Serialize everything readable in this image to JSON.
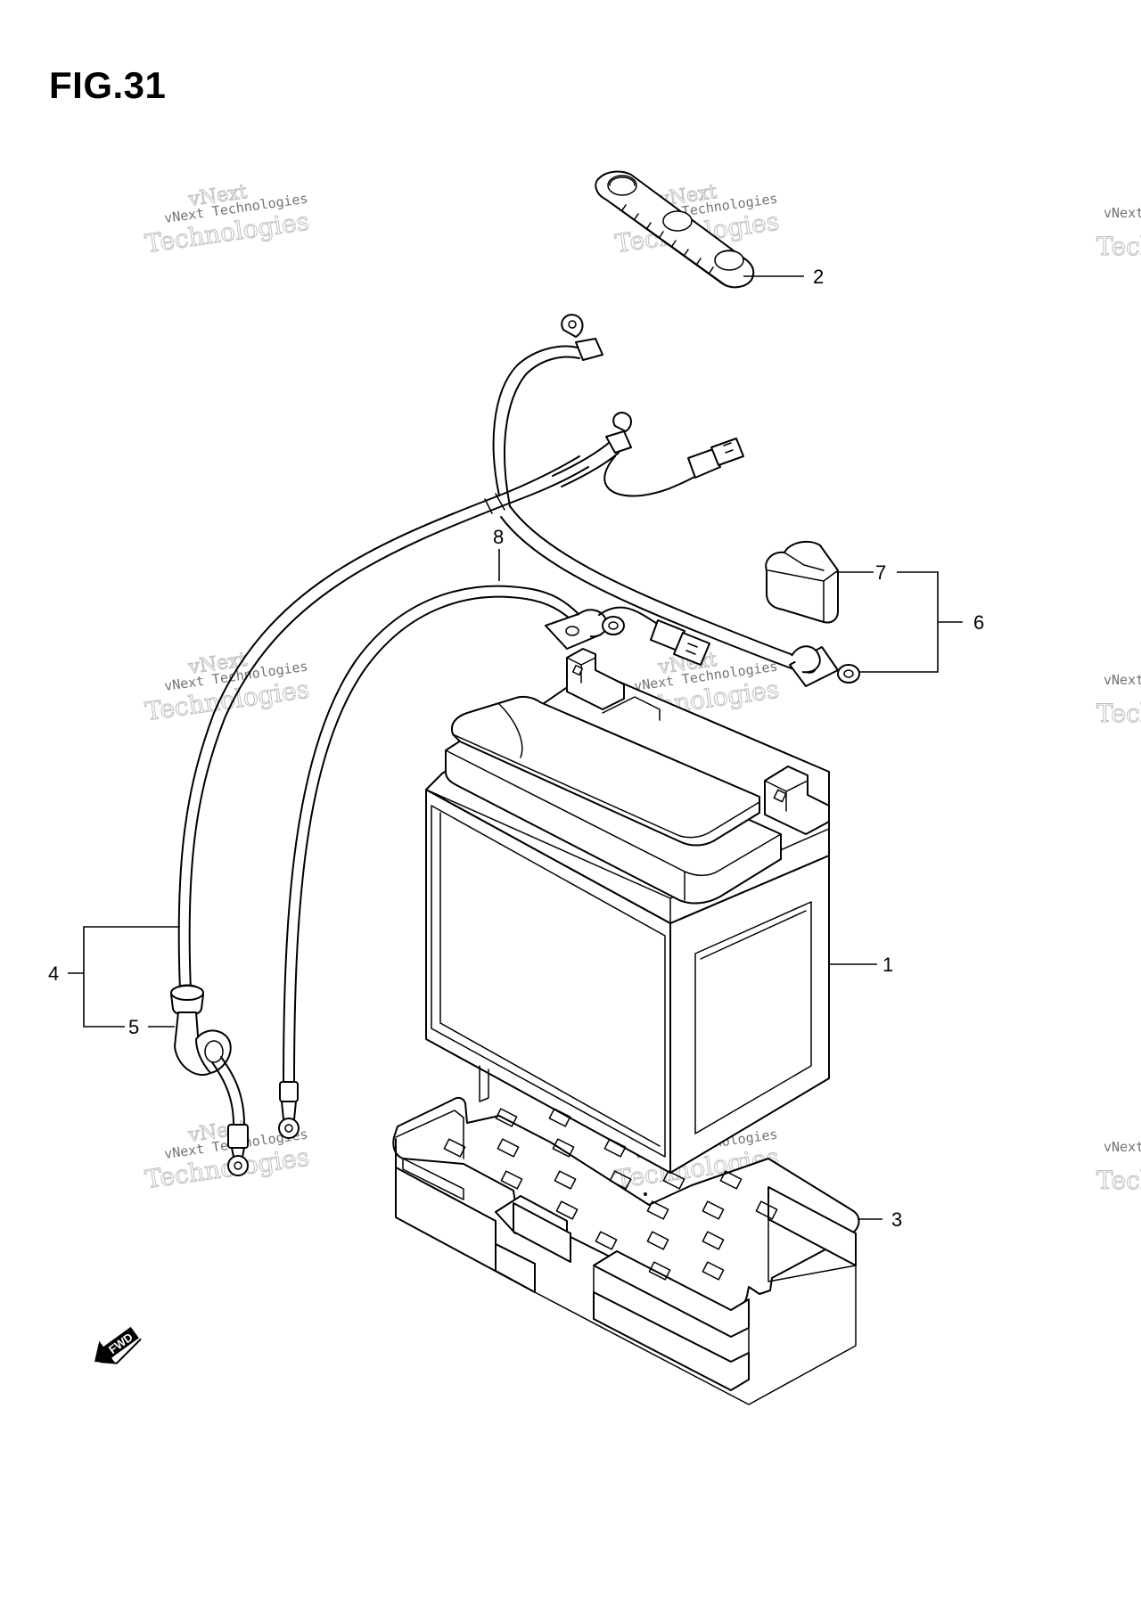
{
  "figure": {
    "title": "FIG.31"
  },
  "callouts": {
    "battery": "1",
    "battery_cap": "2",
    "battery_tray": "3",
    "negative_cable": "4",
    "cable_cover": "5",
    "positive_lead_assy": "6",
    "terminal_cover": "7",
    "starter_lead": "8"
  },
  "watermark": {
    "line1": "vNext Technologies",
    "line2": "Technologies",
    "line_small": "vNext"
  },
  "direction_arrow": {
    "label": "FWD",
    "icon": "forward-arrow-icon"
  },
  "colors": {
    "ink": "#000000",
    "background": "#ffffff",
    "watermark": "#b8b8b8"
  }
}
